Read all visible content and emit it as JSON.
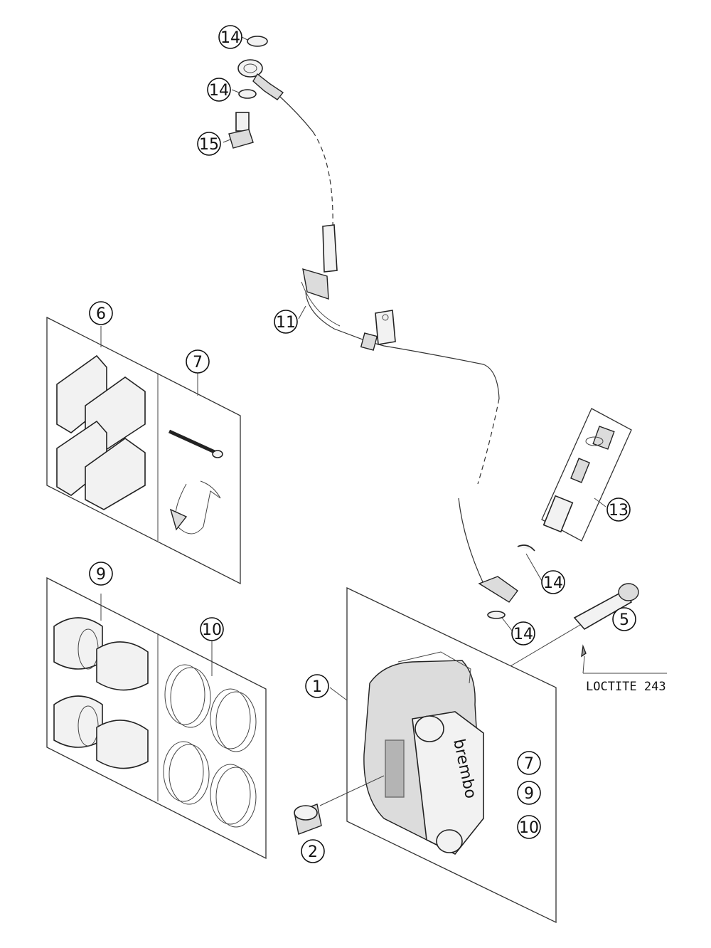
{
  "diagram": {
    "callouts": [
      {
        "id": "c14a",
        "label": "14"
      },
      {
        "id": "c14b",
        "label": "14"
      },
      {
        "id": "c15",
        "label": "15"
      },
      {
        "id": "c11",
        "label": "11"
      },
      {
        "id": "c6",
        "label": "6"
      },
      {
        "id": "c7a",
        "label": "7"
      },
      {
        "id": "c13",
        "label": "13"
      },
      {
        "id": "c14c",
        "label": "14"
      },
      {
        "id": "c14d",
        "label": "14"
      },
      {
        "id": "c5",
        "label": "5"
      },
      {
        "id": "c9a",
        "label": "9"
      },
      {
        "id": "c10a",
        "label": "10"
      },
      {
        "id": "c1",
        "label": "1"
      },
      {
        "id": "c7b",
        "label": "7"
      },
      {
        "id": "c9b",
        "label": "9"
      },
      {
        "id": "c10b",
        "label": "10"
      },
      {
        "id": "c2",
        "label": "2"
      }
    ],
    "note": "LOCTITE 243",
    "brand_mark": "brembo"
  }
}
